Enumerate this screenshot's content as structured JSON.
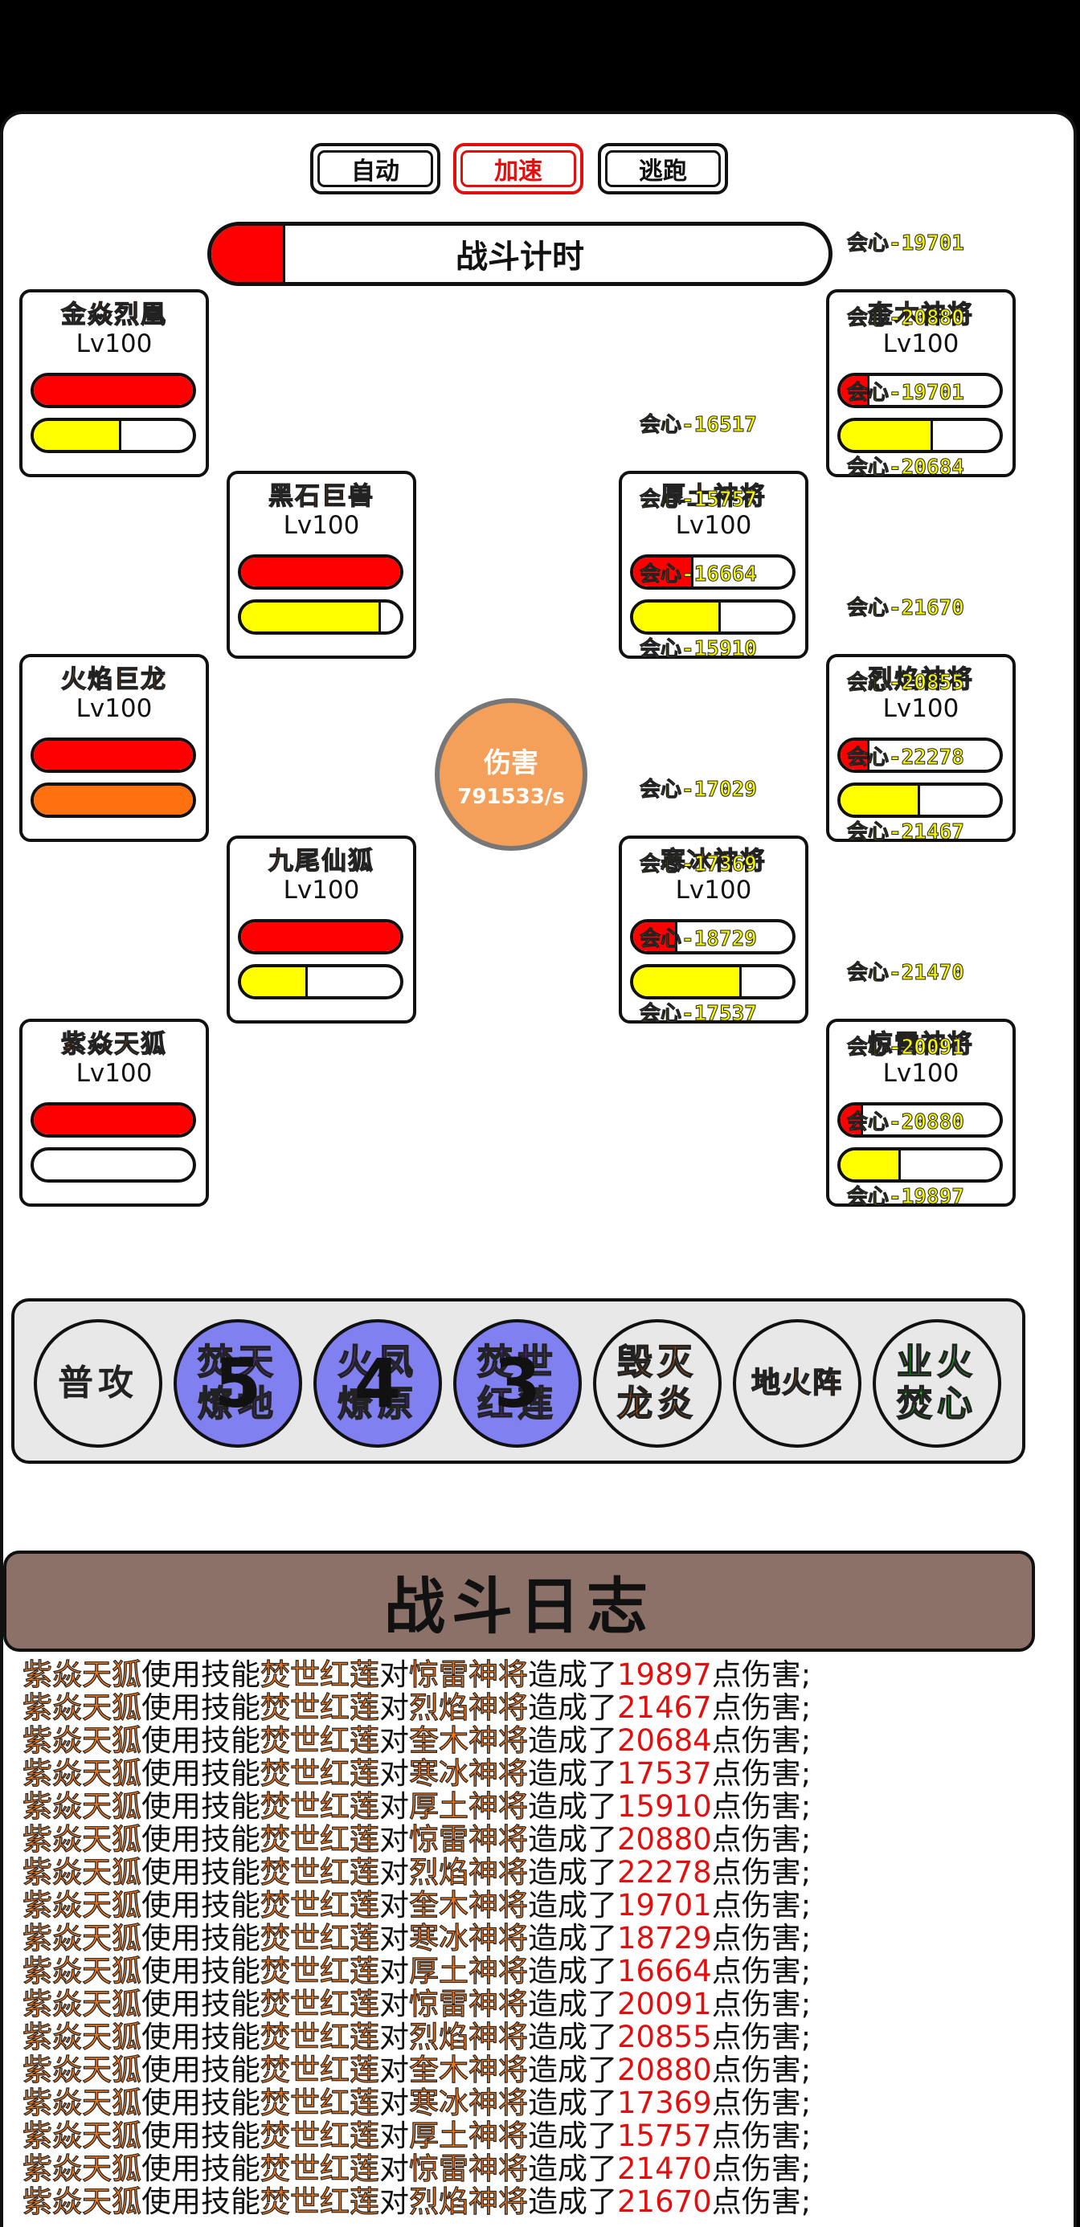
{
  "top_buttons": {
    "auto": "自动",
    "speed": "加速",
    "escape": "逃跑"
  },
  "timer": {
    "label": "战斗计时",
    "progress": 0.12
  },
  "damage": {
    "label": "伤害",
    "rate": "791533/s"
  },
  "allies": [
    {
      "name": "金焱烈凰",
      "level": "Lv100",
      "hp": 1.0,
      "mp": 0.55,
      "mp_color": "#ffff00"
    },
    {
      "name": "黑石巨兽",
      "level": "Lv100",
      "hp": 1.0,
      "mp": 0.88,
      "mp_color": "#ffff00"
    },
    {
      "name": "火焰巨龙",
      "level": "Lv100",
      "hp": 1.0,
      "mp": 1.0,
      "mp_color": "#ff7010"
    },
    {
      "name": "九尾仙狐",
      "level": "Lv100",
      "hp": 1.0,
      "mp": 0.42,
      "mp_color": "#ffff00"
    },
    {
      "name": "紫焱天狐",
      "level": "Lv100",
      "hp": 1.0,
      "mp": 0.0,
      "mp_color": "#ffff00"
    }
  ],
  "enemies": [
    {
      "name": "奎木神将",
      "level": "Lv100",
      "hp": 0.18,
      "mp": 0.58,
      "mp_color": "#ffff00"
    },
    {
      "name": "厚土神将",
      "level": "Lv100",
      "hp": 0.38,
      "mp": 0.55,
      "mp_color": "#ffff00"
    },
    {
      "name": "烈焰神将",
      "level": "Lv100",
      "hp": 0.18,
      "mp": 0.5,
      "mp_color": "#ffff00"
    },
    {
      "name": "寒冰神将",
      "level": "Lv100",
      "hp": 0.28,
      "mp": 0.68,
      "mp_color": "#ffff00"
    },
    {
      "name": "惊雷神将",
      "level": "Lv100",
      "hp": 0.14,
      "mp": 0.38,
      "mp_color": "#ffff00"
    }
  ],
  "crit_groups": [
    [
      "会心-19701",
      "会心-20880",
      "会心-19701",
      "会心-20684"
    ],
    [
      "会心-16517",
      "会心-15757",
      "会心-16664",
      "会心-15910"
    ],
    [
      "会心-21670",
      "会心-20855",
      "会心-22278",
      "会心-21467"
    ],
    [
      "会心-17029",
      "会心-17369",
      "会心-18729",
      "会心-17537"
    ],
    [
      "会心-21470",
      "会心-20091",
      "会心-20880",
      "会心-19897"
    ]
  ],
  "skills": [
    {
      "line1": "普攻",
      "line2": "",
      "cooldown": "",
      "style": "plain"
    },
    {
      "line1": "焚天",
      "line2": "燎地",
      "cooldown": "5",
      "style": "cool"
    },
    {
      "line1": "火凤",
      "line2": "燎原",
      "cooldown": "4",
      "style": "cool"
    },
    {
      "line1": "焚世",
      "line2": "红莲",
      "cooldown": "3",
      "style": "cool"
    },
    {
      "line1": "毁灭",
      "line2": "龙炎",
      "cooldown": "",
      "style": "fire"
    },
    {
      "line1": "地火阵",
      "line2": "",
      "cooldown": "",
      "style": "fire"
    },
    {
      "line1": "业火",
      "line2": "焚心",
      "cooldown": "",
      "style": "green"
    }
  ],
  "log": {
    "title": "战斗日志",
    "phrases": {
      "use": "使用技能",
      "to": "对",
      "dealt": "造成了",
      "suffix": "点伤害;"
    },
    "entries": [
      {
        "actor": "紫焱天狐",
        "skill": "焚世红莲",
        "target": "惊雷神将",
        "amount": "19897"
      },
      {
        "actor": "紫焱天狐",
        "skill": "焚世红莲",
        "target": "烈焰神将",
        "amount": "21467"
      },
      {
        "actor": "紫焱天狐",
        "skill": "焚世红莲",
        "target": "奎木神将",
        "amount": "20684"
      },
      {
        "actor": "紫焱天狐",
        "skill": "焚世红莲",
        "target": "寒冰神将",
        "amount": "17537"
      },
      {
        "actor": "紫焱天狐",
        "skill": "焚世红莲",
        "target": "厚土神将",
        "amount": "15910"
      },
      {
        "actor": "紫焱天狐",
        "skill": "焚世红莲",
        "target": "惊雷神将",
        "amount": "20880"
      },
      {
        "actor": "紫焱天狐",
        "skill": "焚世红莲",
        "target": "烈焰神将",
        "amount": "22278"
      },
      {
        "actor": "紫焱天狐",
        "skill": "焚世红莲",
        "target": "奎木神将",
        "amount": "19701"
      },
      {
        "actor": "紫焱天狐",
        "skill": "焚世红莲",
        "target": "寒冰神将",
        "amount": "18729"
      },
      {
        "actor": "紫焱天狐",
        "skill": "焚世红莲",
        "target": "厚土神将",
        "amount": "16664"
      },
      {
        "actor": "紫焱天狐",
        "skill": "焚世红莲",
        "target": "惊雷神将",
        "amount": "20091"
      },
      {
        "actor": "紫焱天狐",
        "skill": "焚世红莲",
        "target": "烈焰神将",
        "amount": "20855"
      },
      {
        "actor": "紫焱天狐",
        "skill": "焚世红莲",
        "target": "奎木神将",
        "amount": "20880"
      },
      {
        "actor": "紫焱天狐",
        "skill": "焚世红莲",
        "target": "寒冰神将",
        "amount": "17369"
      },
      {
        "actor": "紫焱天狐",
        "skill": "焚世红莲",
        "target": "厚土神将",
        "amount": "15757"
      },
      {
        "actor": "紫焱天狐",
        "skill": "焚世红莲",
        "target": "惊雷神将",
        "amount": "21470"
      },
      {
        "actor": "紫焱天狐",
        "skill": "焚世红莲",
        "target": "烈焰神将",
        "amount": "21670"
      }
    ]
  }
}
